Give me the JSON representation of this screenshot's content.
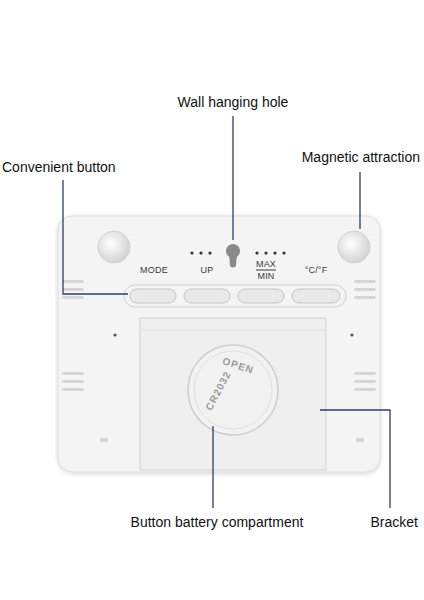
{
  "diagram": {
    "labels": [
      "Wall hanging hole",
      "Convenient button",
      "Magnetic attraction",
      "MODE",
      "UP",
      "MAX",
      "MIN",
      "°C/°F",
      "OPEN",
      "CR2032",
      "Button battery compartment",
      "Bracket"
    ]
  }
}
